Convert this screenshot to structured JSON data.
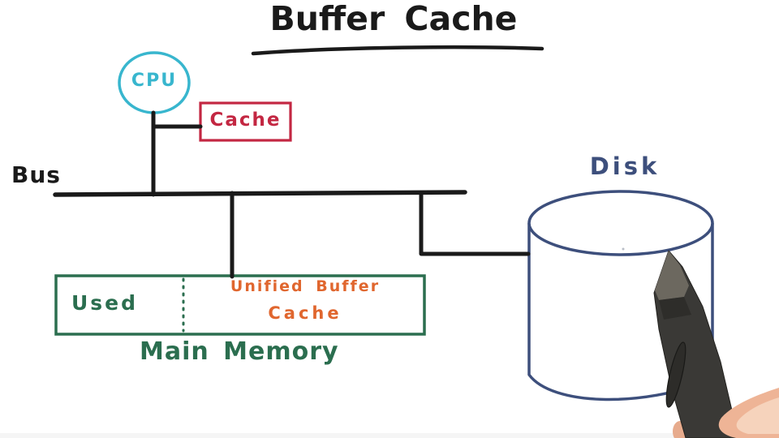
{
  "title": "Buffer Cache",
  "colors": {
    "ink": "#1a1a1a",
    "cpu": "#38b6ce",
    "cache": "#c32742",
    "memory_green": "#2b6e4f",
    "buffer_orange": "#e0662e",
    "disk_navy": "#3d4f7c",
    "pen_body": "#3a3936",
    "pen_tip": "#6f6a62",
    "skin": "#eeb496"
  },
  "nodes": {
    "cpu": {
      "label": "CPU"
    },
    "cache": {
      "label": "Cache"
    },
    "bus": {
      "label": "Bus"
    },
    "disk": {
      "label": "Disk"
    },
    "main_memory": {
      "label": "Main Memory",
      "segments": [
        {
          "label": "Used"
        },
        {
          "label_line1": "Unified Buffer",
          "label_line2": "Cache"
        }
      ]
    }
  }
}
